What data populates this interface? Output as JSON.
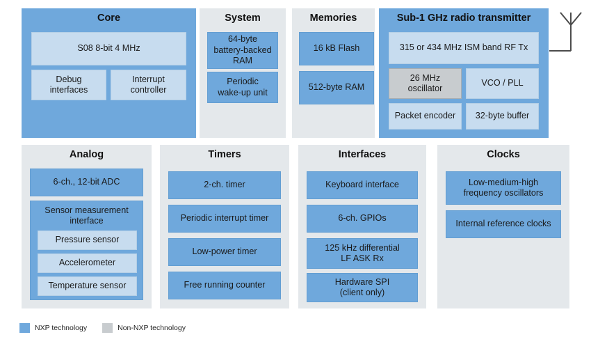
{
  "diagram": {
    "title": "NXP sub-1 GHz transmitter MCU block diagram",
    "colors": {
      "nxp_blue": "#6fa8dc",
      "light_blue": "#c7dcef",
      "non_nxp_grey": "#c8cccf",
      "panel_grey": "#e4e8eb"
    }
  },
  "panels": {
    "core": {
      "title": "Core",
      "type": "blue",
      "blocks": [
        {
          "label": "S08 8-bit 4 MHz",
          "style": "lightblue"
        },
        {
          "label": "Debug\ninterfaces",
          "style": "lightblue"
        },
        {
          "label": "Interrupt\ncontroller",
          "style": "lightblue"
        }
      ]
    },
    "system": {
      "title": "System",
      "type": "grey",
      "blocks": [
        {
          "label": "64-byte\nbattery-backed\nRAM",
          "style": "midblue"
        },
        {
          "label": "Periodic\nwake-up unit",
          "style": "midblue"
        }
      ]
    },
    "memories": {
      "title": "Memories",
      "type": "grey",
      "blocks": [
        {
          "label": "16 kB Flash",
          "style": "midblue"
        },
        {
          "label": "512-byte RAM",
          "style": "midblue"
        }
      ]
    },
    "radio": {
      "title": "Sub-1 GHz radio transmitter",
      "type": "blue",
      "blocks": [
        {
          "label": "315 or 434 MHz ISM band RF Tx",
          "style": "lightblue"
        },
        {
          "label": "26 MHz\noscillator",
          "style": "grey"
        },
        {
          "label": "VCO / PLL",
          "style": "lightblue"
        },
        {
          "label": "Packet encoder",
          "style": "lightblue"
        },
        {
          "label": "32-byte buffer",
          "style": "lightblue"
        }
      ]
    },
    "analog": {
      "title": "Analog",
      "type": "grey",
      "blocks": [
        {
          "label": "6-ch., 12-bit ADC",
          "style": "midblue"
        },
        {
          "label": "Sensor measurement\ninterface",
          "style": "midblue"
        }
      ],
      "sensor_children": [
        {
          "label": "Pressure sensor",
          "style": "lightblue"
        },
        {
          "label": "Accelerometer",
          "style": "lightblue"
        },
        {
          "label": "Temperature sensor",
          "style": "lightblue"
        }
      ]
    },
    "timers": {
      "title": "Timers",
      "type": "grey",
      "blocks": [
        {
          "label": "2-ch. timer",
          "style": "midblue"
        },
        {
          "label": "Periodic interrupt timer",
          "style": "midblue"
        },
        {
          "label": "Low-power timer",
          "style": "midblue"
        },
        {
          "label": "Free running counter",
          "style": "midblue"
        }
      ]
    },
    "interfaces": {
      "title": "Interfaces",
      "type": "grey",
      "blocks": [
        {
          "label": "Keyboard interface",
          "style": "midblue"
        },
        {
          "label": "6-ch. GPIOs",
          "style": "midblue"
        },
        {
          "label": "125 kHz differential\nLF ASK Rx",
          "style": "midblue"
        },
        {
          "label": "Hardware SPI\n(client only)",
          "style": "midblue"
        }
      ]
    },
    "clocks": {
      "title": "Clocks",
      "type": "grey",
      "blocks": [
        {
          "label": "Low-medium-high\nfrequency oscillators",
          "style": "midblue"
        },
        {
          "label": "Internal reference clocks",
          "style": "midblue"
        }
      ]
    }
  },
  "legend": {
    "items": [
      {
        "label": "NXP technology",
        "color": "#6fa8dc"
      },
      {
        "label": "Non-NXP technology",
        "color": "#c8cccf"
      }
    ]
  },
  "antenna": {
    "name": "rf-antenna"
  }
}
